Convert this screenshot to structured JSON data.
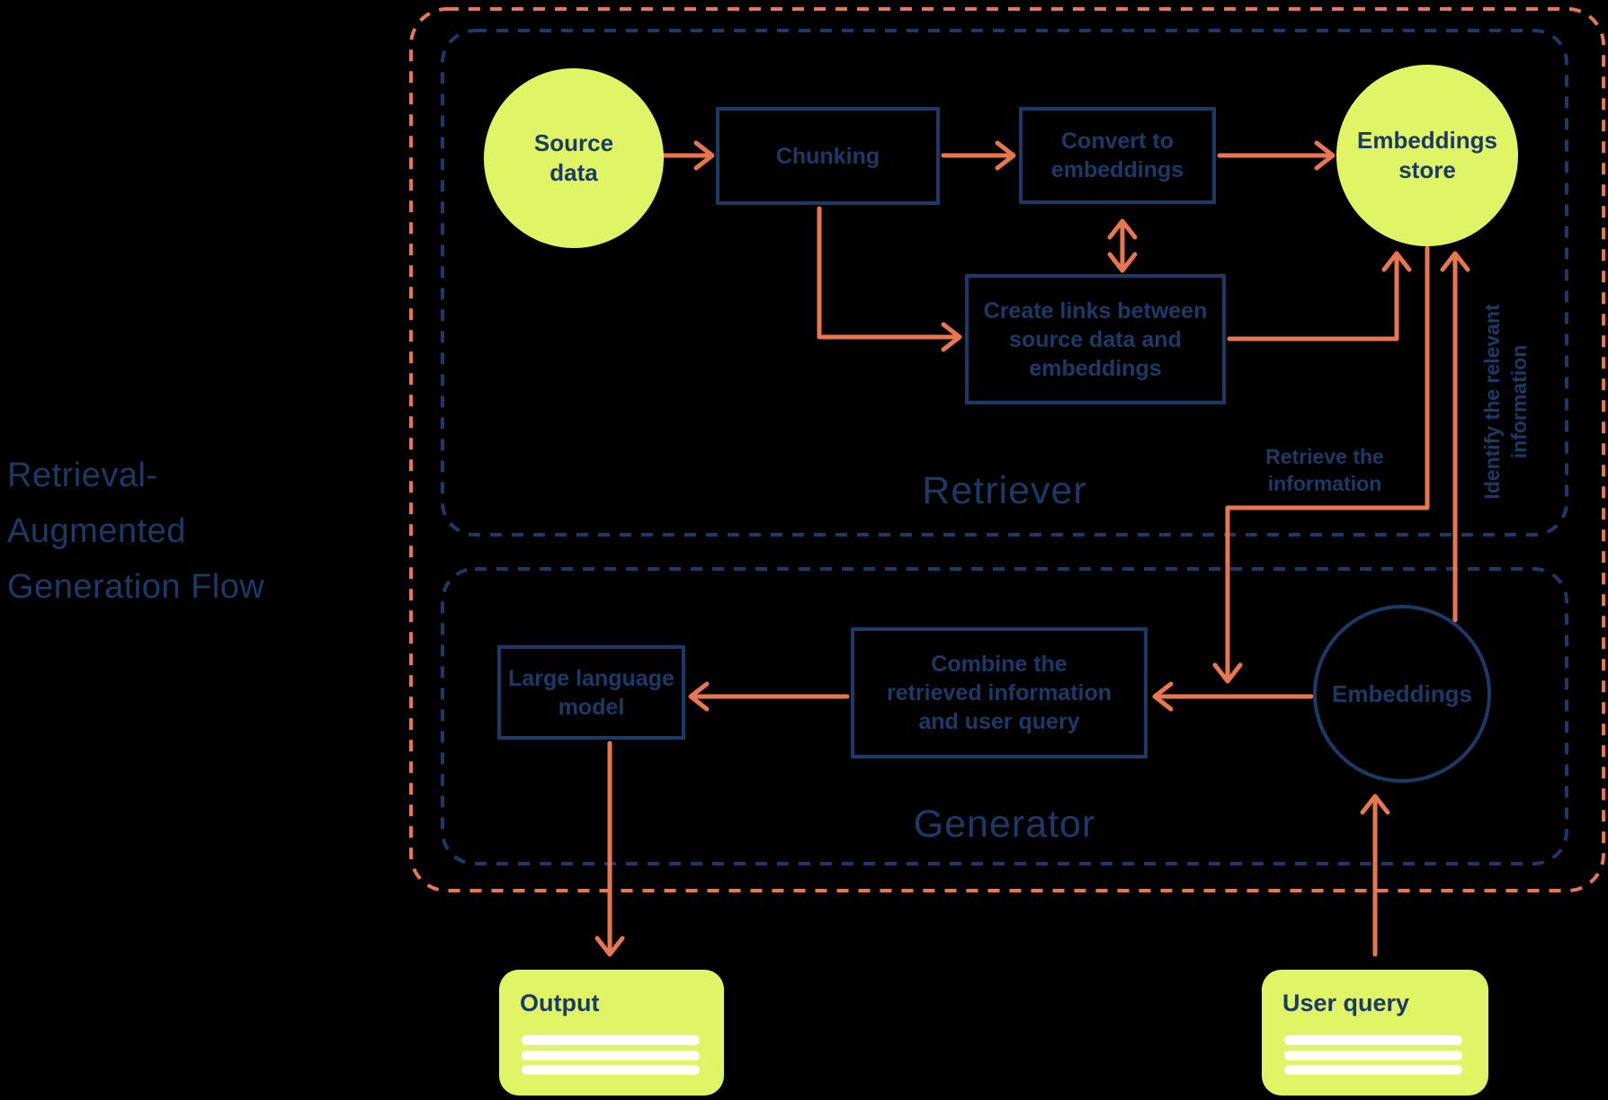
{
  "colors": {
    "background": "#000000",
    "navy": "#1c3a67",
    "orange": "#e8764e",
    "lime": "#e0f566",
    "white": "#ffffff"
  },
  "title": {
    "line1": "Retrieval-",
    "line2": "Augmented",
    "line3": "Generation Flow"
  },
  "sections": {
    "retriever_label": "Retriever",
    "generator_label": "Generator"
  },
  "nodes": {
    "source_data": {
      "line1": "Source",
      "line2": "data"
    },
    "chunking": {
      "line1": "Chunking"
    },
    "convert_to_embeddings": {
      "line1": "Convert to",
      "line2": "embeddings"
    },
    "embeddings_store": {
      "line1": "Embeddings",
      "line2": "store"
    },
    "create_links": {
      "line1": "Create links between",
      "line2": "source data and",
      "line3": "embeddings"
    },
    "large_language_model": {
      "line1": "Large language",
      "line2": "model"
    },
    "combine": {
      "line1": "Combine the",
      "line2": "retrieved information",
      "line3": "and user query"
    },
    "embeddings": {
      "line1": "Embeddings"
    },
    "output": {
      "label": "Output"
    },
    "user_query": {
      "label": "User query"
    }
  },
  "edge_labels": {
    "retrieve": {
      "line1": "Retrieve the",
      "line2": "information"
    },
    "identify": {
      "line1": "Identify the relevant",
      "line2": "information"
    }
  }
}
